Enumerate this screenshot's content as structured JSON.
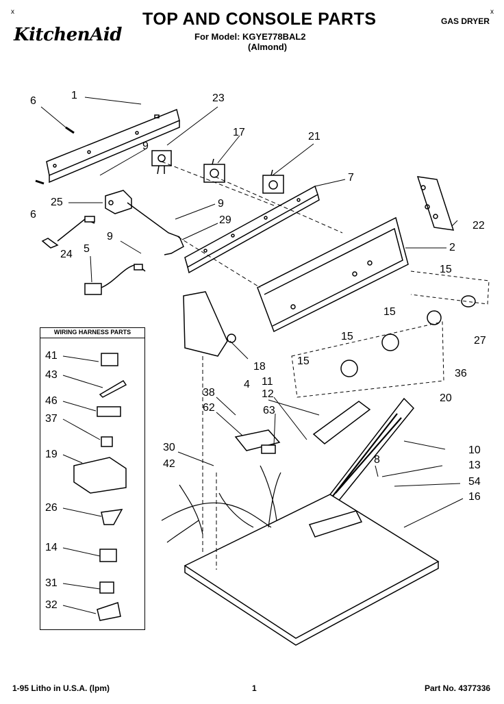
{
  "header": {
    "brand": "KitchenAid",
    "title": "TOP AND CONSOLE PARTS",
    "model_line": "For Model: KGYE778BAL2",
    "color_line": "(Almond)",
    "product_type": "GAS DRYER",
    "corner_mark_left": "x",
    "corner_mark_right": "x"
  },
  "legend": {
    "title": "WIRING HARNESS PARTS",
    "items": [
      "41",
      "43",
      "46",
      "37",
      "19",
      "26",
      "14",
      "31",
      "32"
    ]
  },
  "callouts": {
    "c1": "1",
    "c6a": "6",
    "c6b": "6",
    "c9a": "9",
    "c9b": "9",
    "c9c": "9",
    "c25": "25",
    "c24": "24",
    "c5": "5",
    "c23": "23",
    "c17": "17",
    "c21": "21",
    "c7": "7",
    "c29": "29",
    "c22": "22",
    "c2": "2",
    "c15a": "15",
    "c15b": "15",
    "c15c": "15",
    "c15d": "15",
    "c27": "27",
    "c36": "36",
    "c20": "20",
    "c18": "18",
    "c4": "4",
    "c11": "11",
    "c12": "12",
    "c38": "38",
    "c62": "62",
    "c63": "63",
    "c30": "30",
    "c42": "42",
    "c10": "10",
    "c8": "8",
    "c13": "13",
    "c54": "54",
    "c16": "16"
  },
  "footer": {
    "litho": "1-95 Litho in U.S.A. (lpm)",
    "page": "1",
    "part_no": "Part No. 4377336"
  }
}
